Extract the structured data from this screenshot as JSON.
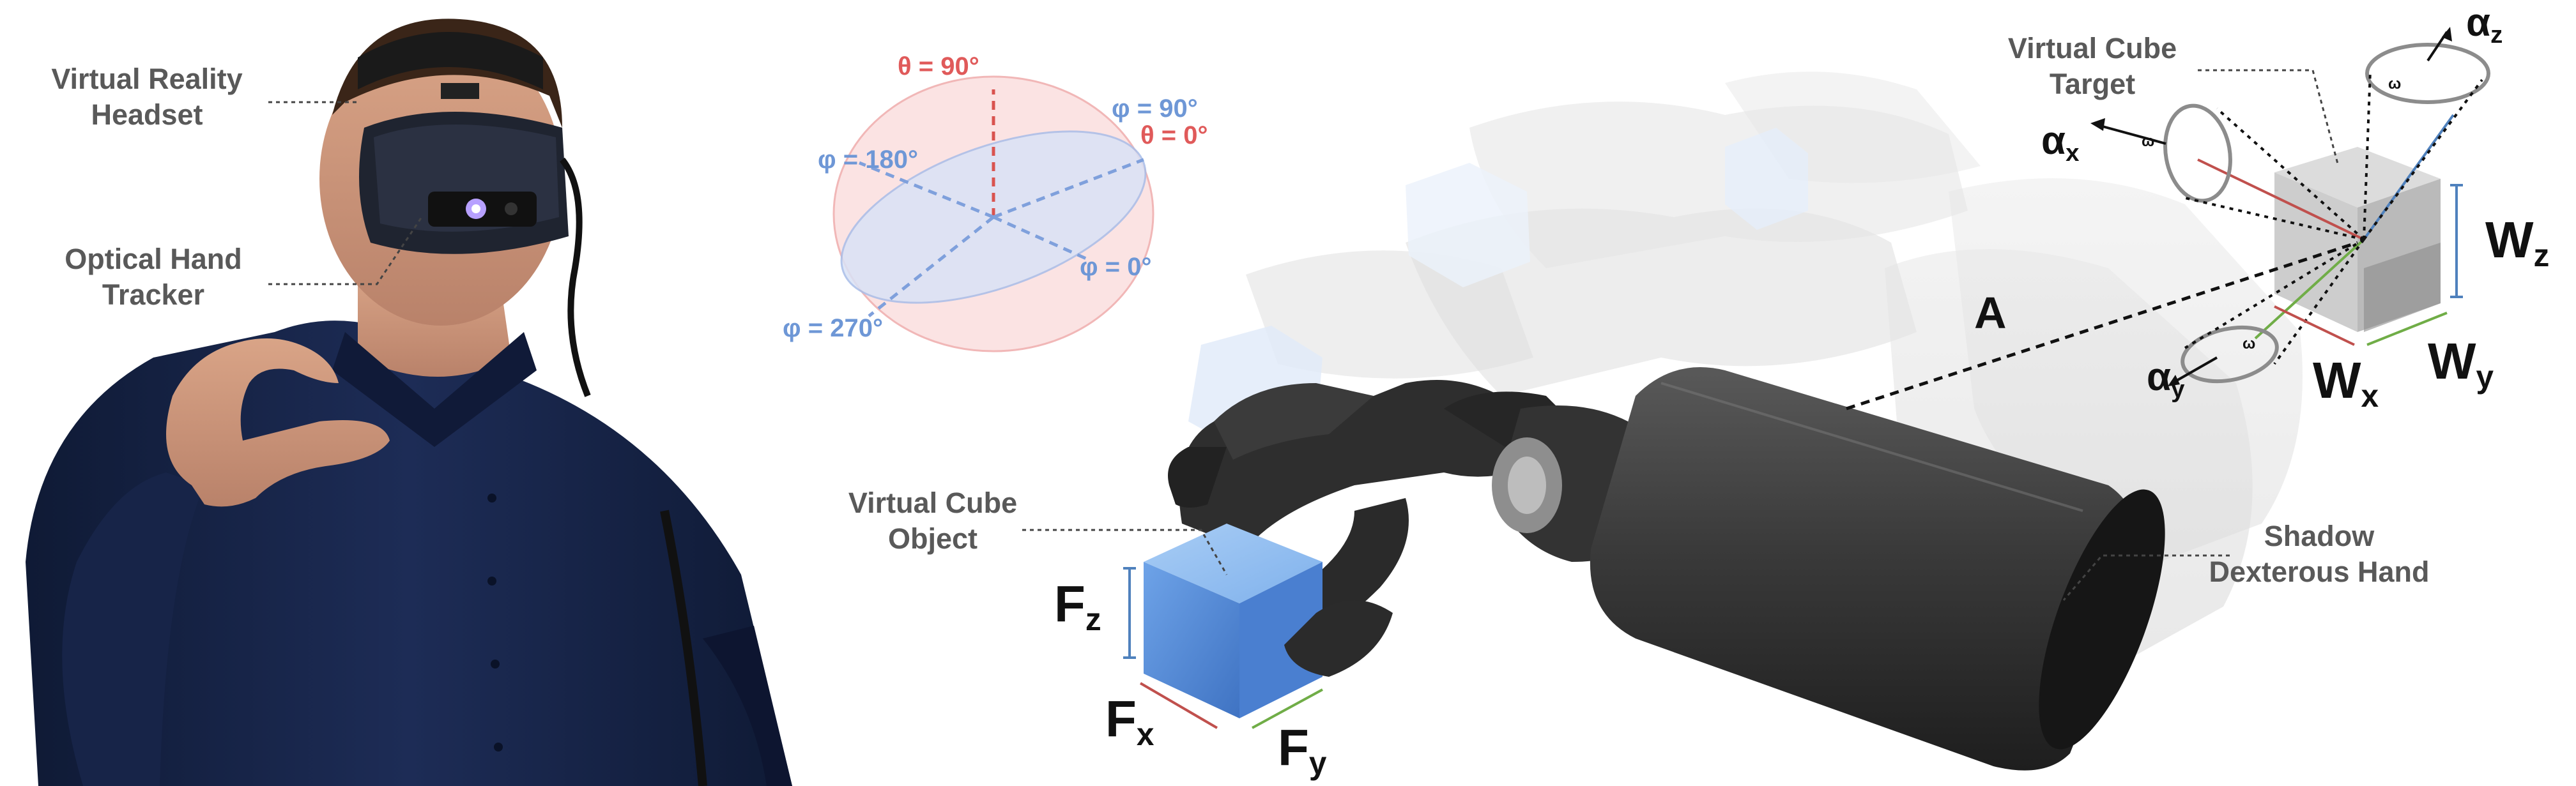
{
  "labels": {
    "headset": [
      "Virtual Reality",
      "Headset"
    ],
    "tracker": [
      "Optical Hand",
      "Tracker"
    ],
    "cube_object": [
      "Virtual Cube",
      "Object"
    ],
    "cube_target": [
      "Virtual Cube",
      "Target"
    ],
    "shadow_hand": [
      "Shadow",
      "Dexterous Hand"
    ]
  },
  "sphere": {
    "theta_90": "θ = 90°",
    "theta_0": "θ = 0°",
    "phi_0": "φ = 0°",
    "phi_90": "φ = 90°",
    "phi_180": "φ = 180°",
    "phi_270": "φ = 270°"
  },
  "symbols": {
    "distance": "A",
    "force_base": "F",
    "fx_sub": "x",
    "fy_sub": "y",
    "fz_sub": "z",
    "width_base": "W",
    "wx_sub": "x",
    "wy_sub": "y",
    "wz_sub": "z",
    "alpha_base": "α",
    "ax_sub": "x",
    "ay_sub": "y",
    "az_sub": "z",
    "omega": "ω"
  },
  "colors": {
    "label_gray": "#595959",
    "theta_red": "#e05a5a",
    "phi_blue": "#6e97d6",
    "axis_x_red": "#c0504d",
    "axis_y_green": "#70ad47",
    "axis_z_blue": "#4f81bd",
    "cube_blue": "#5b8fd6"
  }
}
